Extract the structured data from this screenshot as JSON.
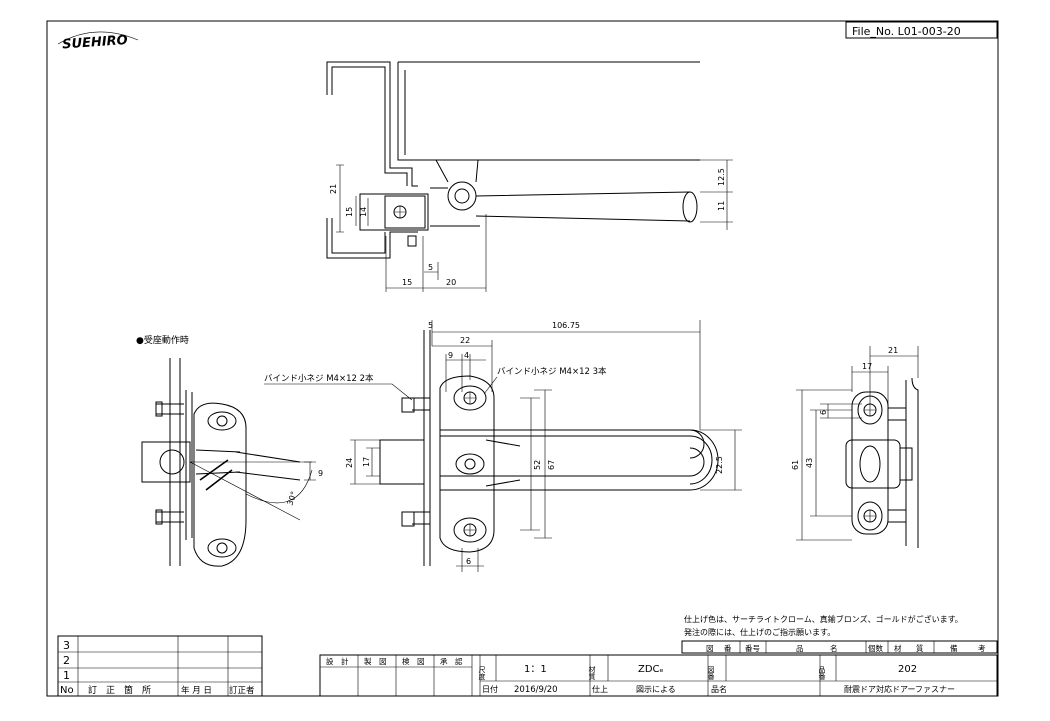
{
  "brand": {
    "logo": "SUEHIRO"
  },
  "file_no": "File_No. L01-003-20",
  "top_view": {
    "dims": [
      "21",
      "15",
      "14",
      "5",
      "15",
      "20",
      "12.5",
      "11"
    ]
  },
  "front_view": {
    "dims": [
      "5",
      "106.75",
      "22",
      "9",
      "4",
      "24",
      "17",
      "52",
      "67",
      "22.5",
      "6"
    ],
    "screw_note": "バインド小ネジ M4×12 3本"
  },
  "left_view": {
    "caption": "●受座動作時",
    "screw_note": "バインド小ネジ M4×12 2本",
    "dims": [
      "9",
      "30°"
    ]
  },
  "side_view": {
    "dims": [
      "21",
      "17",
      "6",
      "61",
      "43"
    ]
  },
  "notes": {
    "line1": "仕上げ色は、サーチライトクローム、真鍮ブロンズ、ゴールドがございます。",
    "line2": "発注の際には、仕上げのご指示願います。"
  },
  "parts_header": [
    "図",
    "番",
    "番号",
    "品",
    "名",
    "個数",
    "材",
    "質",
    "備",
    "考"
  ],
  "revision": {
    "rows": [
      "3",
      "2",
      "1"
    ],
    "headers": [
      "No",
      "訂　正　箇　所",
      "年 月 日",
      "訂正者"
    ]
  },
  "title_block": {
    "roles": [
      "設　計",
      "製　図",
      "検　図",
      "承　認"
    ],
    "scale_label": "尺度",
    "scale": "1：1",
    "material_label": "材質",
    "material": "ZDCₑ",
    "drawing_no_label": "図番",
    "drawing_no_value": "",
    "part_no_label": "品番",
    "part_no": "202",
    "date_label": "日付",
    "date": "2016/9/20",
    "finish_label": "仕上",
    "finish": "図示による",
    "name_label": "品名",
    "name": "耐震ドア対応ドアーファスナー"
  }
}
